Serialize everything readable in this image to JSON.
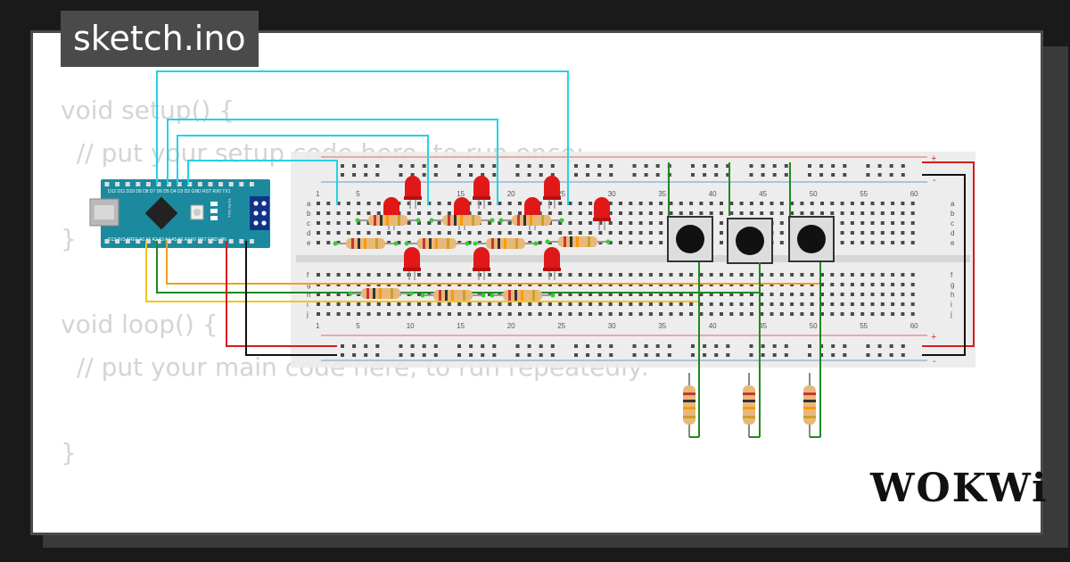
{
  "tab": {
    "filename": "sketch.ino"
  },
  "code_lines": [
    "void setup() {",
    "  // put your setup code here, to run once:",
    "",
    "}",
    "",
    "void loop() {",
    "  // put your main code here, to run repeatedly:",
    "",
    "}"
  ],
  "logo": {
    "text": "WOKWi"
  },
  "breadboard": {
    "column_numbers": [
      "1",
      "5",
      "10",
      "15",
      "20",
      "25",
      "30",
      "35",
      "40",
      "45",
      "50",
      "55",
      "60"
    ],
    "row_letters_top": [
      "a",
      "b",
      "c",
      "d",
      "e"
    ],
    "row_letters_bottom": [
      "f",
      "g",
      "h",
      "i",
      "j"
    ],
    "rail_plus": "+",
    "rail_minus": "-"
  },
  "arduino": {
    "top_pins": "D12 D11 D10 D9  D8  D7  D6  D5  D4  D3  D2  GND RST RX0 TX1",
    "bottom_pins": "D13 3V3 AREF A0  A1  A2  A3  A4  A5  A6  A7  5V  RST GND VIN",
    "leds": "TX RX ON L"
  },
  "colors": {
    "wire_cyan": "#22d3e6",
    "wire_yellow": "#f5c518",
    "wire_green": "#1f8a1f",
    "wire_red": "#d61c1c",
    "wire_black": "#111111",
    "wire_orange": "#f0a020",
    "led_red": "#e01818",
    "board_teal": "#1b8a9e"
  }
}
